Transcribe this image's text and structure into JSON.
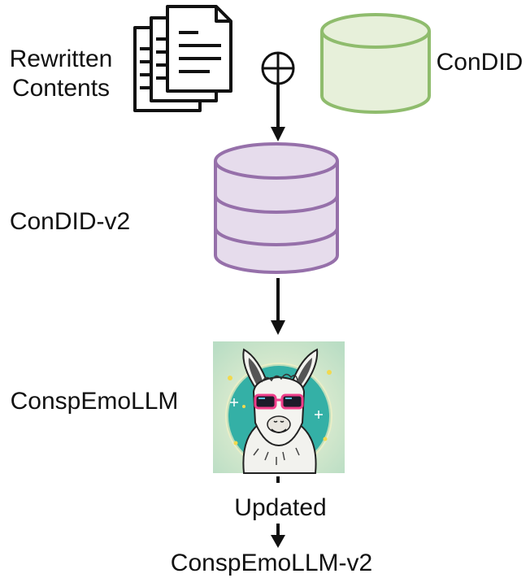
{
  "labels": {
    "rewritten_line1": "Rewritten",
    "rewritten_line2": "Contents",
    "condid": "ConDID",
    "condid_v2": "ConDID-v2",
    "conspemollm": "ConspEmoLLM",
    "updated": "Updated",
    "conspemollm_v2": "ConspEmoLLM-v2"
  },
  "symbols": {
    "combine": "circled-plus"
  },
  "colors": {
    "condid_fill": "#e7f0da",
    "condid_stroke": "#8fbc6d",
    "condid_v2_fill": "#e6dcec",
    "condid_v2_stroke": "#9670aa",
    "arrow": "#111111",
    "llama_bg": "#cfe6d2",
    "llama_circle": "#34b0a6",
    "sunglasses": "#ef3e8a"
  },
  "icons": {
    "documents": "documents-stack-icon",
    "llama": "llama-with-sunglasses-image"
  }
}
